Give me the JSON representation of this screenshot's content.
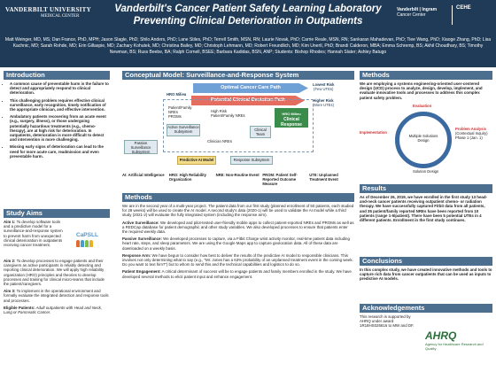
{
  "header": {
    "vu_logo": "VANDERBILT UNIVERSITY",
    "vu_sub": "MEDICAL CENTER",
    "title": "Vanderbilt's Cancer Patient Safety Learning Laboratory",
    "subtitle": "Preventing Clinical Deterioration in Outpatients",
    "ingram_logo": "Vanderbilt | Ingram",
    "ingram_sub": "Cancer Center",
    "cehe_logo": "CEHE",
    "authors": "Matt Weinger, MD, MS; Dan France, PhD, MPH; Jason Slagle, PhD; Shilo Anders, PhD; Lane Stiles, PhD; Terrell Smith, MSN, RN; Laurie Novak, PhD; Carrie Reale, MSN, RN; Sankaran Mahadevan, PhD; Tiee Wang, PhD; Xiaoge Zhang, PhD; Lisa Kachnic, MD; Sarah Rohde, MD; Erin Gillaspie, MD; Zachary Kohutek, MD; Christina Bailey, MD; Christoph Lehmann, MD; Robert Freundlich, MD; Kim Unertl, PhD; Brandi Calderon, MBA; Emma Schremp, BS; Akhil Choudhary, BS; Timothy Newman, BS; Russ Beebe, BA; Ralph Cornell, BSEE; Barbara Kadidas, BSN, ANP; Students: Bishop Rhodes; Hannah Slater; Ashley Batugo"
  },
  "intro": {
    "heading": "Introduction",
    "bullets": [
      "A common cause of preventable harm is the failure to detect and appropriately respond to clinical deterioration.",
      "This challenging problem requires effective clinical surveillance, early recognition, timely notification of the appropriate clinician, and effective intervention.",
      "Ambulatory patients recovering from an acute event (e.g., surgery, illness), or those undergoing potentially hazardous treatments (e.g., chemo-therapy), are at high risk for deterioration. In outpatients, deterioration is more difficult to detect and intervention is more challenging.",
      "Missing early signs of deterioration can lead to the need for more acute care, readmission and even preventable harm."
    ]
  },
  "aims": {
    "heading": "Study Aims",
    "aim1_label": "Aim 1:",
    "aim1": "To develop software tools and a predictive model for a surveillance-and-response system to prevent harm from unexpected clinical deterioration in outpatients receiving cancer treatment.",
    "aim2_label": "Aim 2:",
    "aim2": "To develop processes to engage patients and their caregivers as active participants in reliably detecting and reporting clinical deterioration. We will apply high reliability organization (HRO) principles and theories to develop processes and training for clinical micro-teams that include the patient/caregivers.",
    "aim3_label": "Aim 3:",
    "aim3": "To implement in the operational environment and formally evaluate the integrated detection and response tools and processes.",
    "eligible_label": "Eligible Patients:",
    "eligible": "Adult outpatients with Head and Neck, Lung or Pancreatic Cancer.",
    "logo": "CaPSLL"
  },
  "model": {
    "heading": "Conceptual Model: Surveillance-and-Response System",
    "optimal_path": "Optimal Cancer Care Path",
    "lowest_risk": "Lowest Risk",
    "lowest_risk_sub": "(Few UTEs)",
    "higher_risk": "Higher Risk",
    "higher_risk_sub": "(More UTEs)",
    "hro_milieu": "HRO Milieu",
    "deviation_path": "Potential Clinical Deviation Path",
    "patient_family": "Patient/Family",
    "nres": "NREs",
    "proms": "PROMs",
    "active_surv": "Active Surveillance Subsystem",
    "high_risk_pts": "High Risk Patient/Family NREs",
    "clinical_team": "Clinical Team",
    "clinical_response": "Clinical Response",
    "hro_milieu2": "HRO Milieu",
    "clinician_nres": "Clinician NREs",
    "passive_surv": "Passive Surveillance Subsystem",
    "predictive_ai": "Predictive AI Model",
    "response_sub": "Response Subsystem",
    "legend": [
      {
        "k": "AI:",
        "v": "Artificial Intelligence"
      },
      {
        "k": "HRO:",
        "v": "High Reliability Organization"
      },
      {
        "k": "NRE:",
        "v": "Non-Routine Event"
      },
      {
        "k": "PROM:",
        "v": "Patient Self-Reported Outcome Measure"
      },
      {
        "k": "UTE:",
        "v": "Unplanned Treatment Event"
      }
    ]
  },
  "methods": {
    "heading": "Methods",
    "p1": "We are in the second year of a multi-year project. The patient data from our first study (planned enrollment of 50 patients, each studied for 28 weeks) will be used to create the AI model. A second study's data (2020-1) will be used to validate the AI model while a third study (2021-2) will evaluate the fully integrated system (including the response arm).",
    "p2_label": "Active Surveillance:",
    "p2": "We developed and pilot-tested user-friendly mobile apps to collect patient-reported NREs and PROMs as well as a REDCap database for patient demographic and other study variables. We also developed processes to ensure that patients enter the required weekly data.",
    "p3_label": "Passive Surveillance:",
    "p3": "We developed processes to capture, via a Fitbit Charge wrist activity monitor, real-time patient data including heart rate, steps, and sleep parameters. We are using the Google Maps app to capture geolocation data. All of these data are downloaded on a weekly basis.",
    "p4_label": "Response Arm:",
    "p4": "We have begun to consider how best to deliver the results of the predictive AI model to responsible clinicians. This involves not only determining what to say (e.g., \"Mr. Jones has a 63% probability of an unplanned treatment event in the coming week. Do you want to text him?\") but to whom to send this and the technical capabilities and logistics to do so.",
    "p5_label": "Patient Engagement:",
    "p5": "A critical determinant of success will be to engage patients and family members enrolled in the study. We have developed several methods to elicit patient input and enhance engagement."
  },
  "methods_right": {
    "heading": "Methods",
    "text": "We are employing a systems engineering-oriented user-centered design (UCD) process to analyze, design, develop, implement, and evaluate innovative tools and processes to address this complex patient safety problem.",
    "c_implementation": "Implementation",
    "c_evaluation": "Evaluation",
    "c_problem": "Problem Analysis",
    "c_problem_sub": "(Contextual Inquiry) Phase 1 (Jan. 1)",
    "c_multiple": "Multiple Solutions Design",
    "c_solution": "Solution Design"
  },
  "results": {
    "heading": "Results",
    "text": "As of December 26, 2019, we have enrolled in the first study 13 head-and-neck cancer patients receiving outpatient chemo- or radiation therapy. We have successfully captured Fitbit data from all patients, and 35 patient/family reported NREs have been reported from 10 patients (range 1-5/patient). There have been 5 potential UTEs in 4 different patients. Enrollment in the first study continues."
  },
  "conclusions": {
    "heading": "Conclusions",
    "text": "In this complex study, we have created innovative methods and tools to capture rich data from cancer outpatients that can be used as inputs to predictive AI models."
  },
  "ack": {
    "heading": "Acknowledgements",
    "text": "This research is supported by AHRQ under award 1R18HS026616 to MW and DF.",
    "ahrq": "AHRQ",
    "ahrq_sub": "Agency for Healthcare Research and Quality"
  }
}
